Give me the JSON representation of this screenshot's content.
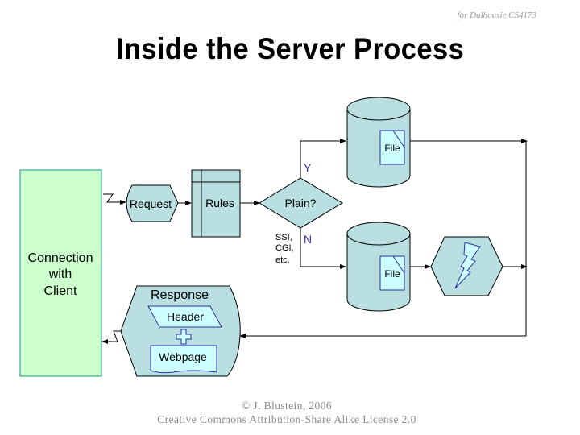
{
  "header": {
    "watermark": "for Dalhousie CS4173",
    "title": "Inside the Server Process"
  },
  "diagram": {
    "colors": {
      "shape_fill": "#b9dfe1",
      "client_fill": "#ccffcc",
      "client_border": "#139a8c",
      "inner_fill": "#ccfeff",
      "inner_border": "#2b2fa6",
      "label_blue": "#2b2fa6",
      "line": "#000000"
    },
    "client": {
      "line1": "Connection",
      "line2": "with",
      "line3": "Client"
    },
    "request": "Request",
    "rules": "Rules",
    "decision": "Plain?",
    "yes_label": "Y",
    "no_label": "N",
    "no_note": {
      "line1": "SSI,",
      "line2": "CGI,",
      "line3": "etc."
    },
    "file_top": "File",
    "file_bottom": "File",
    "process_icon": "lightning-icon",
    "response": {
      "title": "Response",
      "header": "Header",
      "plus": "+",
      "webpage": "Webpage"
    }
  },
  "footer": {
    "copyright": "© J. Blustein, 2006",
    "license": "Creative Commons Attribution-Share Alike License 2.0"
  }
}
